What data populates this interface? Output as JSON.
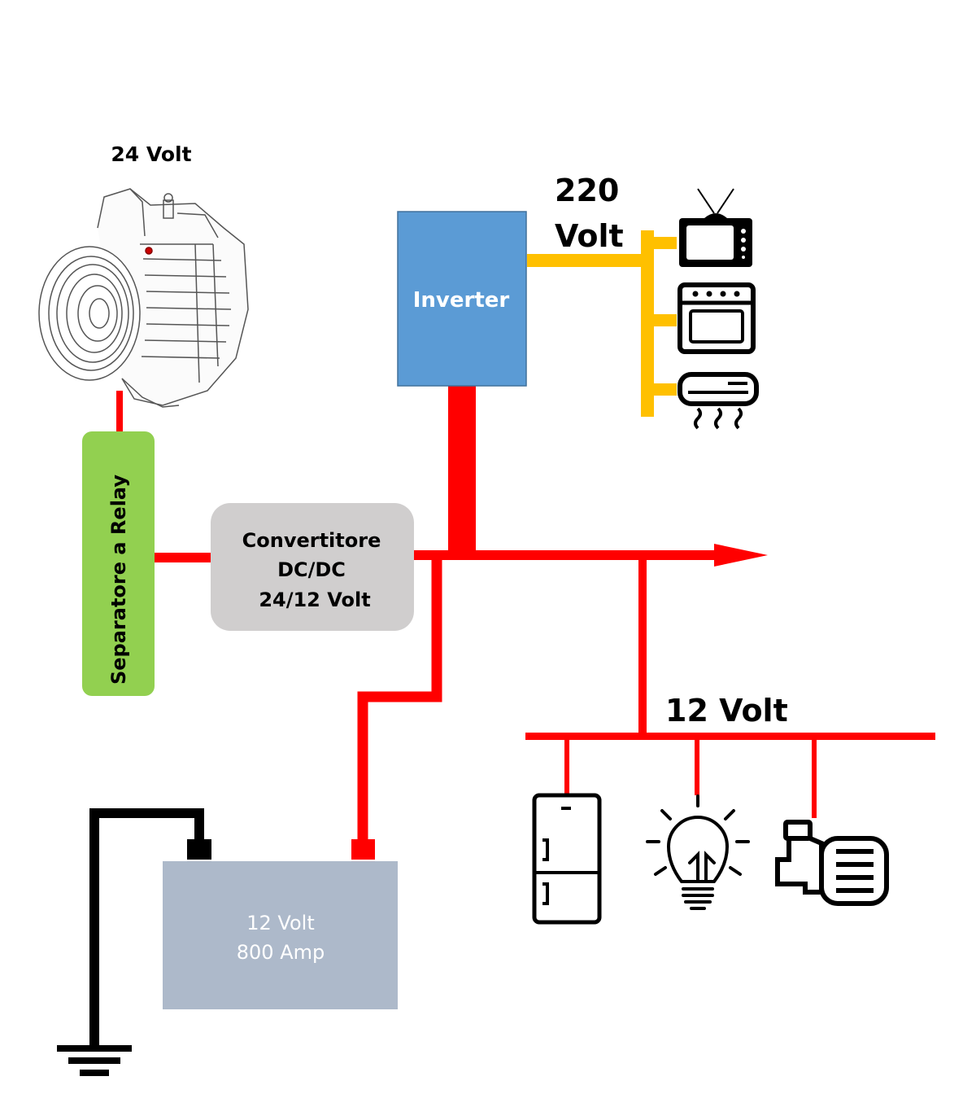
{
  "labels": {
    "alternator_voltage": "24 Volt",
    "inverter": "Inverter",
    "ac_voltage_line1": "220",
    "ac_voltage_line2": "Volt",
    "relay": "Separatore a Relay",
    "converter_line1": "Convertitore",
    "converter_line2": "DC/DC",
    "converter_line3": "24/12 Volt",
    "dc_bus_voltage": "12 Volt",
    "battery_line1": "12 Volt",
    "battery_line2": "800 Amp"
  },
  "icons": {
    "alternator": "alternator-icon",
    "tv": "tv-icon",
    "oven": "oven-icon",
    "air_conditioner": "air-conditioner-icon",
    "fridge": "fridge-icon",
    "bulb": "light-bulb-icon",
    "pump": "pump-motor-icon",
    "ground": "ground-icon"
  },
  "colors": {
    "dc_wire": "#ff0000",
    "ac_wire": "#ffc000",
    "ground_wire": "#000000",
    "inverter_fill": "#5b9bd5",
    "relay_fill": "#92d050",
    "converter_fill": "#d0cece",
    "battery_fill": "#adb9ca"
  }
}
